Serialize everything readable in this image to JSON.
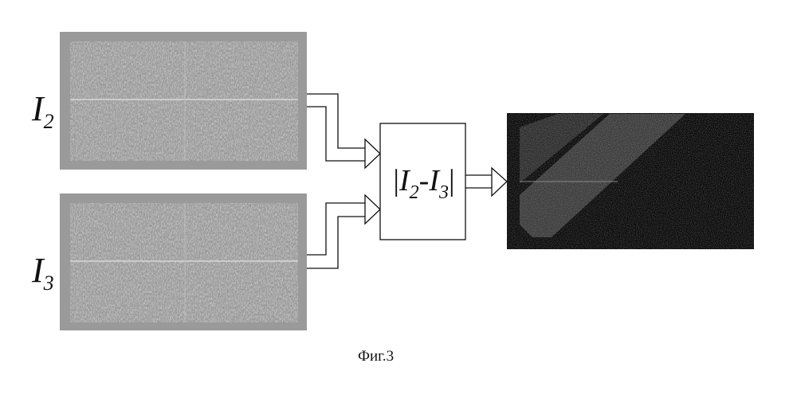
{
  "inputs": [
    {
      "label": "I",
      "subscript": "2"
    },
    {
      "label": "I",
      "subscript": "3"
    }
  ],
  "block": {
    "bar_left": "|",
    "var1": "I",
    "sub1": "2",
    "minus": "-",
    "var2": "I",
    "sub2": "3",
    "bar_right": "|"
  },
  "caption": "Фиг.3",
  "colors": {
    "line": "#111111",
    "result_bg": "#080808",
    "photo_frame": "#9a9a9a"
  }
}
